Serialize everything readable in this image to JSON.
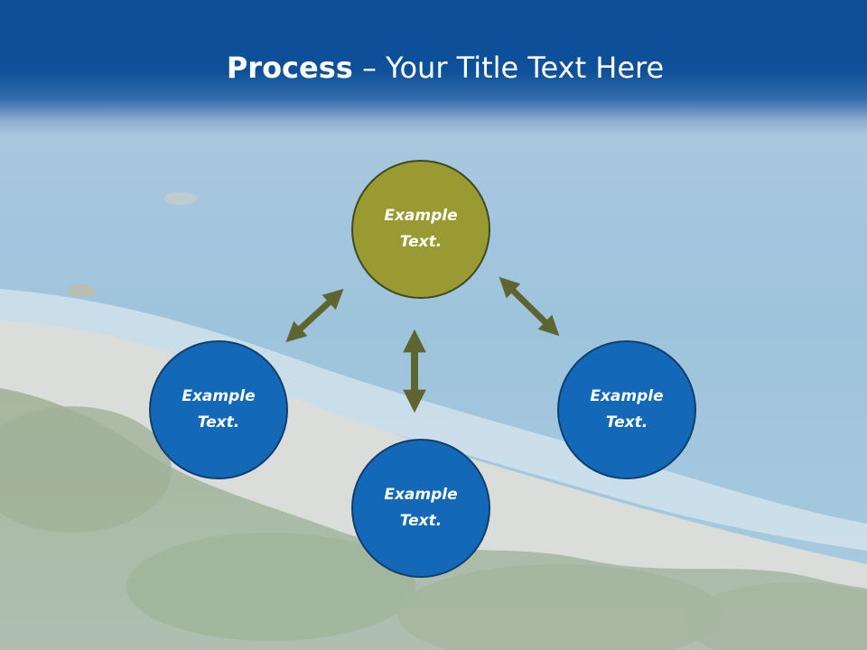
{
  "header": {
    "title_bold": "Process",
    "title_rest": "– Your Title Text Here"
  },
  "diagram": {
    "nodes": [
      {
        "label": "Example Text.",
        "color": "#9a9a32"
      },
      {
        "label": "Example Text.",
        "color": "#1468b8"
      },
      {
        "label": "Example Text.",
        "color": "#1468b8"
      },
      {
        "label": "Example Text.",
        "color": "#1468b8"
      }
    ],
    "arrow_color": "#5f6530",
    "colors": {
      "header": "#0d4f98",
      "background_sea": "#8fb9d6",
      "background_forest": "#8aa07e"
    }
  }
}
